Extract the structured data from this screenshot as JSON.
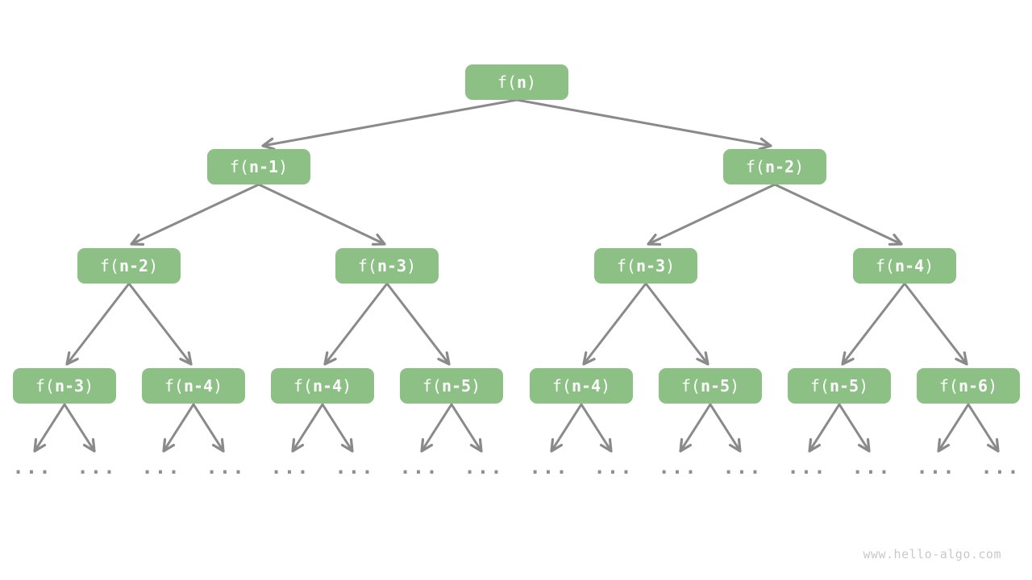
{
  "colors": {
    "node_fill": "#8CC085",
    "node_text": "#FFFFFF",
    "edge": "#8A8A8A",
    "leaf_dots": "#8F8F8F",
    "watermark": "#C9C9C9",
    "background": "#FFFFFF"
  },
  "nodes": [
    {
      "level": 1,
      "pre": "f(",
      "arg": "n",
      "post": ")"
    },
    {
      "level": 2,
      "pre": "f(",
      "arg": "n-1",
      "post": ")"
    },
    {
      "level": 2,
      "pre": "f(",
      "arg": "n-2",
      "post": ")"
    },
    {
      "level": 3,
      "pre": "f(",
      "arg": "n-2",
      "post": ")"
    },
    {
      "level": 3,
      "pre": "f(",
      "arg": "n-3",
      "post": ")"
    },
    {
      "level": 3,
      "pre": "f(",
      "arg": "n-3",
      "post": ")"
    },
    {
      "level": 3,
      "pre": "f(",
      "arg": "n-4",
      "post": ")"
    },
    {
      "level": 4,
      "pre": "f(",
      "arg": "n-3",
      "post": ")"
    },
    {
      "level": 4,
      "pre": "f(",
      "arg": "n-4",
      "post": ")"
    },
    {
      "level": 4,
      "pre": "f(",
      "arg": "n-4",
      "post": ")"
    },
    {
      "level": 4,
      "pre": "f(",
      "arg": "n-5",
      "post": ")"
    },
    {
      "level": 4,
      "pre": "f(",
      "arg": "n-4",
      "post": ")"
    },
    {
      "level": 4,
      "pre": "f(",
      "arg": "n-5",
      "post": ")"
    },
    {
      "level": 4,
      "pre": "f(",
      "arg": "n-5",
      "post": ")"
    },
    {
      "level": 4,
      "pre": "f(",
      "arg": "n-6",
      "post": ")"
    }
  ],
  "leaves": {
    "label": "...",
    "count": 16
  },
  "watermark": {
    "text": "www.hello-algo.com"
  }
}
